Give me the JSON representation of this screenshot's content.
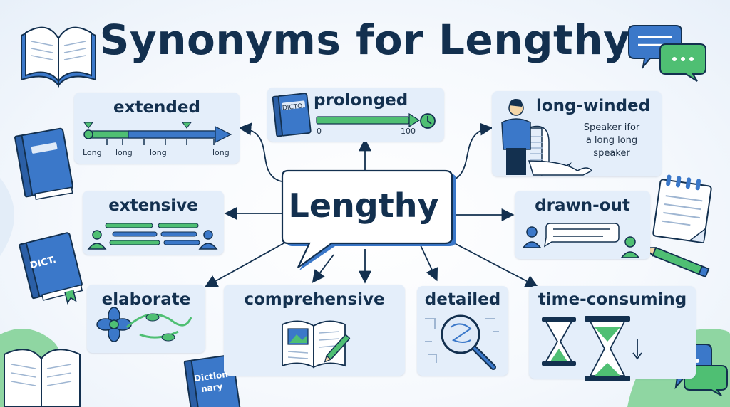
{
  "title": "Synonyms for Lengthy",
  "center_word": "Lengthy",
  "synonyms": {
    "extended": {
      "label": "extended",
      "ticks": [
        "Long",
        "long",
        "long",
        "long"
      ]
    },
    "prolonged": {
      "label": "prolonged",
      "book_label": "DICTO.",
      "scale_start": "0",
      "scale_end": "100"
    },
    "long_winded": {
      "label": "long-winded",
      "caption": [
        "Speaker ifor",
        "a long long",
        "speaker"
      ]
    },
    "extensive": {
      "label": "extensive"
    },
    "drawn_out": {
      "label": "drawn-out"
    },
    "elaborate": {
      "label": "elaborate"
    },
    "comprehensive": {
      "label": "comprehensive"
    },
    "detailed": {
      "label": "detailed"
    },
    "time_consuming": {
      "label": "time-consuming"
    }
  },
  "decorations": {
    "dict_book": "DICT.",
    "dictionary_book": [
      "Diction",
      "nary"
    ]
  },
  "colors": {
    "navy": "#13304f",
    "blue": "#3b78c9",
    "green": "#4fbf73",
    "card": "#e4eefa"
  }
}
